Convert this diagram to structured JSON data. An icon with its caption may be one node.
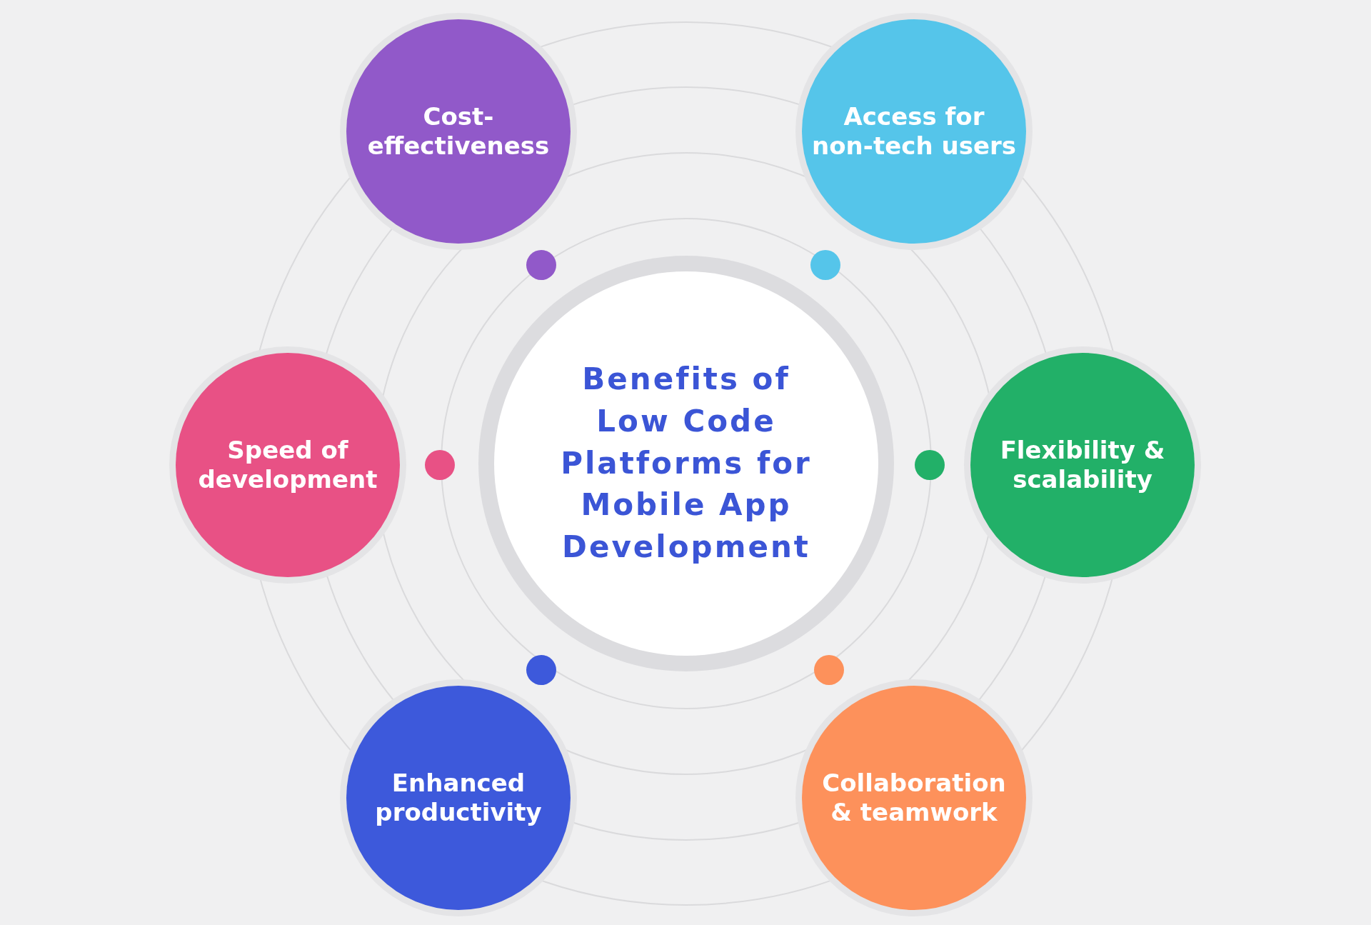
{
  "diagram": {
    "nodes": [
      {
        "text": [
          "Benefits of Low Code Platforms for Mobile App Development"
        ]
      },
      {
        "text": [
          "Cost-effectiveness"
        ]
      },
      {
        "text": [
          "Access for non-tech users"
        ]
      },
      {
        "text": [
          "Speed of development"
        ]
      },
      {
        "text": [
          "Flexibility & scalability"
        ]
      },
      {
        "text": [
          "Enhanced productivity"
        ]
      },
      {
        "text": [
          "Collaboration & teamwork"
        ]
      },
      {
        "text": [],
        "shape": "circle"
      },
      {
        "text": [],
        "shape": "circle"
      },
      {
        "text": [],
        "shape": "circle"
      },
      {
        "text": [],
        "shape": "circle"
      },
      {
        "text": [],
        "shape": "circle"
      },
      {
        "text": [],
        "shape": "circle"
      }
    ]
  }
}
